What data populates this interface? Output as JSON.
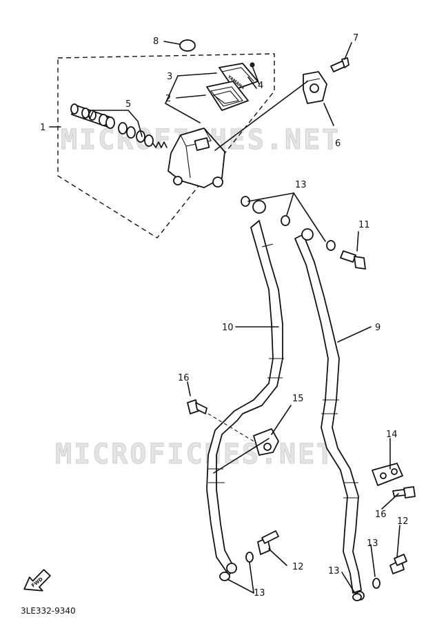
{
  "watermark": {
    "text": "MICROFICHES.NET"
  },
  "callouts": {
    "c1": "1",
    "c2": "2",
    "c3": "3",
    "c4": "4",
    "c5a": "5",
    "c6": "6",
    "c7": "7",
    "c8": "8",
    "c9": "9",
    "c10": "10",
    "c11": "11",
    "c12a": "12",
    "c12b": "12",
    "c13a": "13",
    "c13b": "13",
    "c13c": "13",
    "c13d": "13",
    "c14": "14",
    "c15": "15",
    "c16a": "16",
    "c16b": "16"
  },
  "fwd_label": "FWD",
  "reservoir_label": "YAMAHA",
  "diagram_code": "3LE332-9340"
}
